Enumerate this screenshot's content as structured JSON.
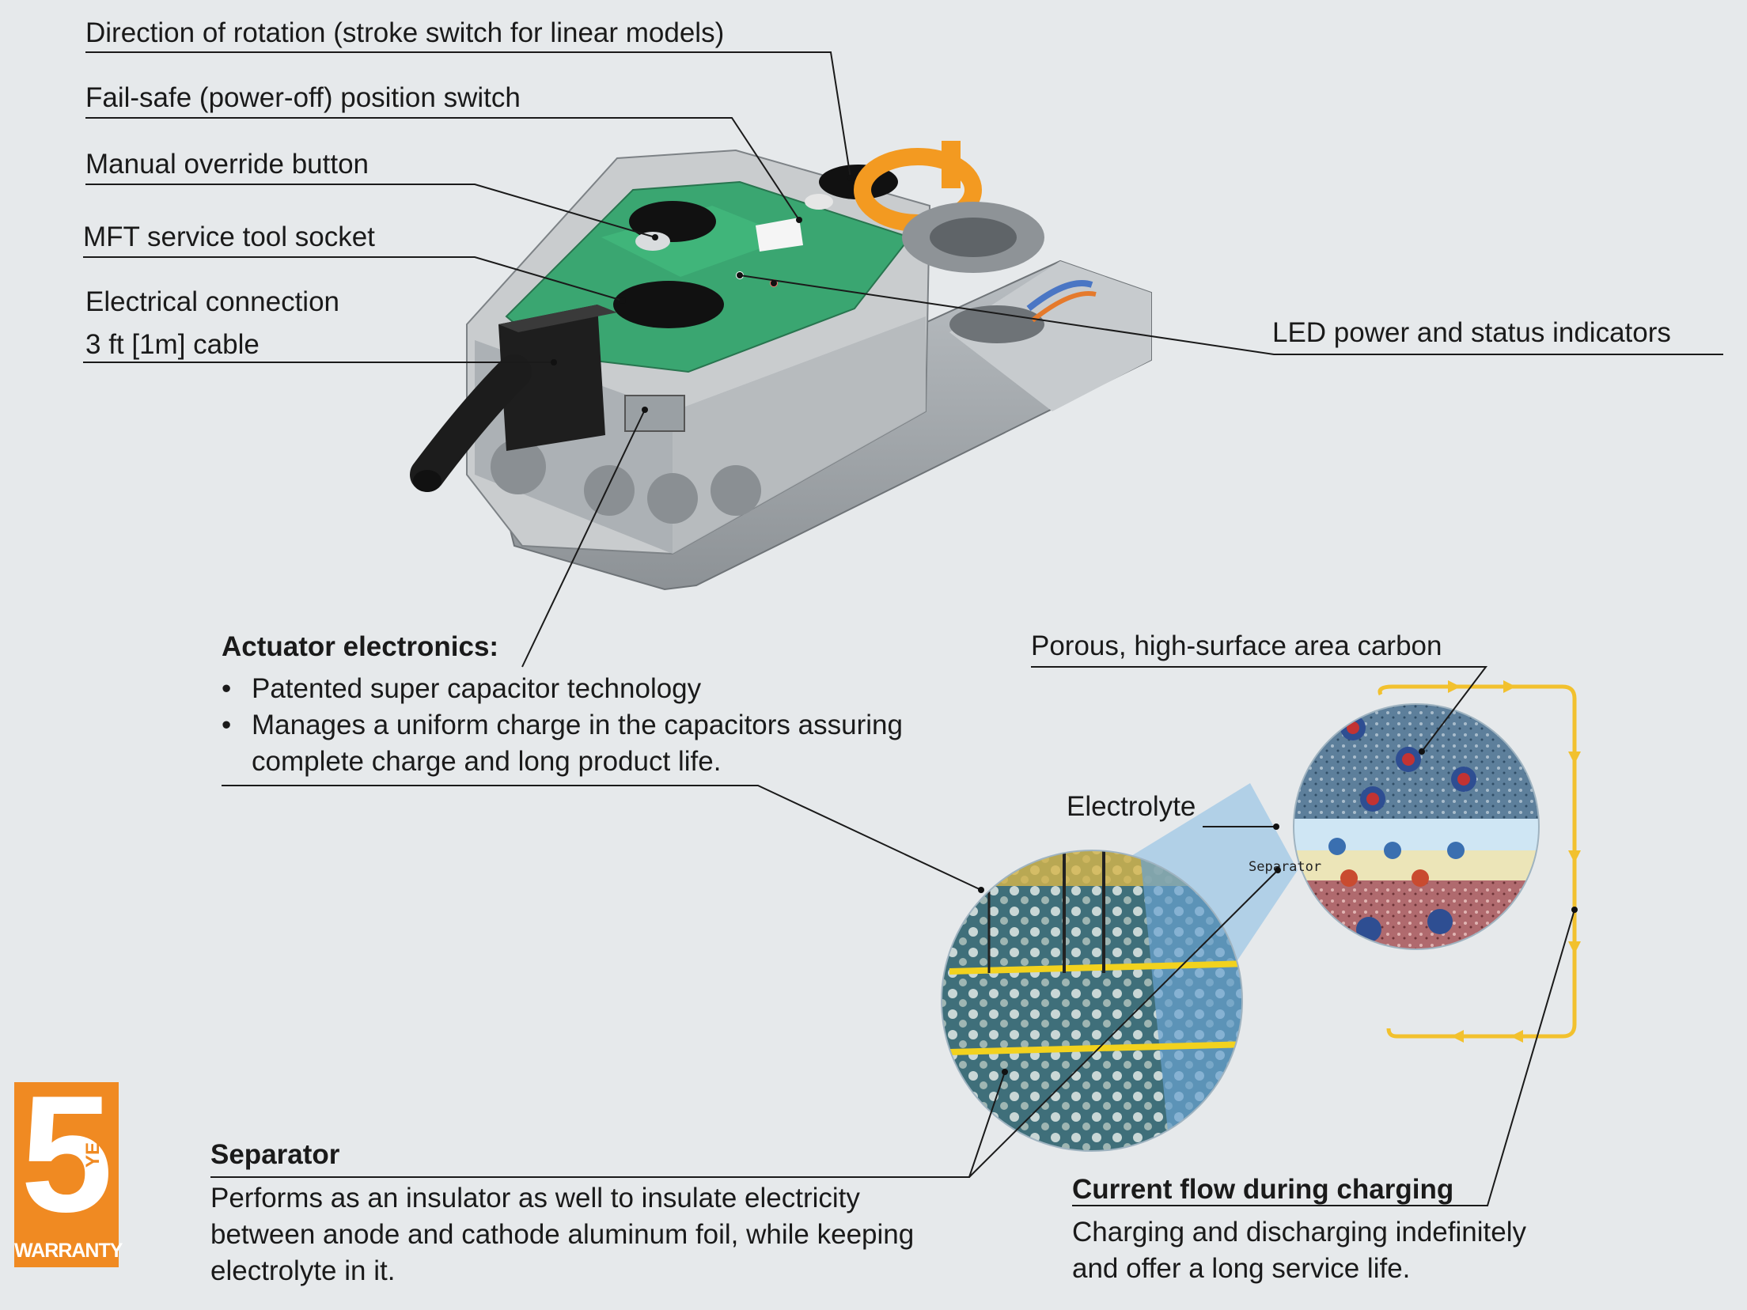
{
  "callouts": {
    "direction": "Direction of rotation (stroke switch for linear models)",
    "failsafe": "Fail-safe (power-off) position switch",
    "manual": "Manual override button",
    "mft": "MFT service tool socket",
    "elec_line1": "Electrical connection",
    "elec_line2": "3 ft [1m] cable",
    "led": "LED power and status indicators"
  },
  "actuator_electronics": {
    "heading": "Actuator electronics:",
    "bullets": [
      "Patented super capacitor technology",
      "Manages a uniform charge in the capacitors assuring complete charge and long product life."
    ]
  },
  "capacitor": {
    "porous": "Porous, high-surface area carbon",
    "electrolyte": "Electrolyte",
    "separator_tag": "Separator"
  },
  "separator": {
    "heading": "Separator",
    "body": "Performs as an insulator as well to insulate electricity between anode and cathode aluminum foil, while keeping electrolyte in it."
  },
  "current_flow": {
    "heading": "Current flow during charging",
    "body": "Charging and discharging indefinitely and offer a long service life."
  },
  "warranty": {
    "number": "5",
    "year": "YEAR",
    "label": "WARRANTY"
  },
  "colors": {
    "background": "#e6e9eb",
    "warranty_orange": "#f08a22",
    "board_green": "#2ea36a",
    "circuit_yellow": "#f2c12e"
  }
}
